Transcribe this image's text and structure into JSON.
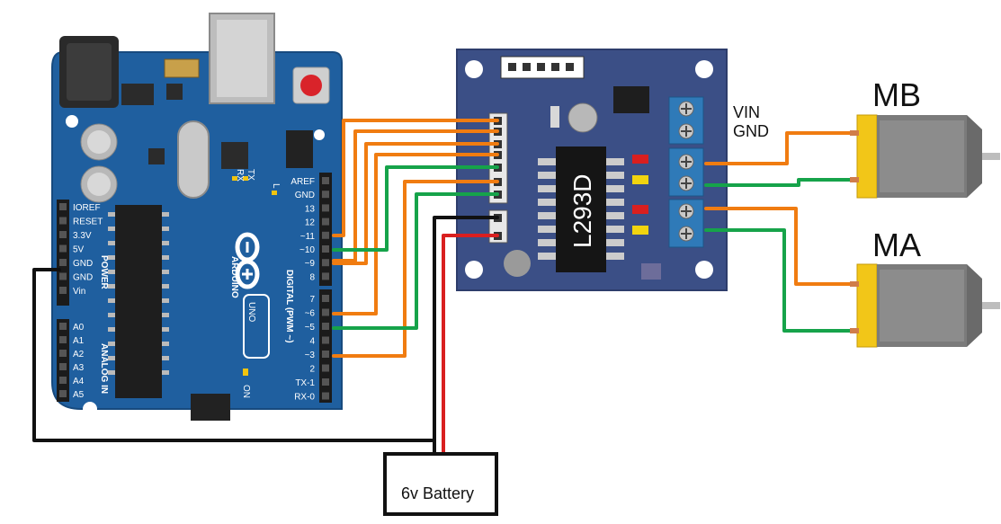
{
  "arduino": {
    "brand": "ARDUINO",
    "model": "UNO",
    "on_label": "ON",
    "power_header": "POWER",
    "analog_header": "ANALOG IN",
    "digital_header": "DIGITAL (PWM ~)",
    "tx_label": "TX",
    "rx_label": "RX",
    "l_label": "L",
    "power_pins": [
      "IOREF",
      "RESET",
      "3.3V",
      "5V",
      "GND",
      "GND",
      "Vin"
    ],
    "analog_pins": [
      "A0",
      "A1",
      "A2",
      "A3",
      "A4",
      "A5"
    ],
    "digital_pins_top": [
      "AREF",
      "GND",
      "13",
      "12",
      "~11",
      "~10",
      "~9",
      "8"
    ],
    "digital_pins_bottom": [
      "7",
      "~6",
      "~5",
      "4",
      "~3",
      "2",
      "TX-1",
      "RX-0"
    ],
    "color": "#1f5f9f"
  },
  "driver": {
    "chip_label": "L293D",
    "vin_label": "VIN",
    "gnd_label": "GND",
    "color": "#3b4f86"
  },
  "motors": {
    "mb_label": "MB",
    "ma_label": "MA"
  },
  "battery": {
    "label": "6v Battery"
  },
  "wire_colors": {
    "orange": "#f07c11",
    "green": "#16a34a",
    "black": "#111111",
    "red": "#d91f1f"
  }
}
